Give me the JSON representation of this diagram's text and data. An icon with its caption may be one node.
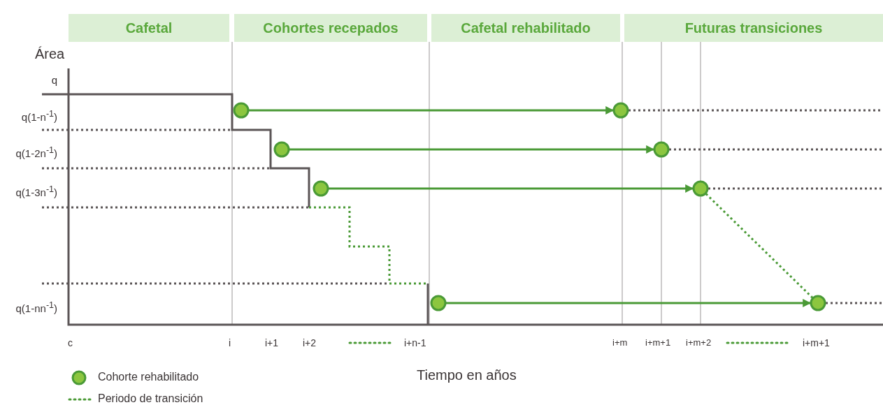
{
  "diagram": {
    "nodes": [
      {
        "text": [
          "Cafetal"
        ]
      },
      {
        "text": [
          "Cohortes recepados"
        ]
      },
      {
        "text": [
          "Cafetal rehabilitado"
        ]
      },
      {
        "text": [
          "Futuras transiciones"
        ]
      },
      {
        "text": [],
        "shape": "circle"
      },
      {
        "text": [],
        "shape": "circle"
      },
      {
        "text": [],
        "shape": "circle"
      },
      {
        "text": [],
        "shape": "circle"
      },
      {
        "text": [],
        "shape": "circle"
      },
      {
        "text": [],
        "shape": "circle"
      },
      {
        "text": [],
        "shape": "circle"
      },
      {
        "text": [],
        "shape": "circle"
      }
    ],
    "edges": [
      {
        "from": 4,
        "to": 5,
        "arrow": "to"
      },
      {
        "from": 5,
        "to": null,
        "arrow": "none",
        "style": "dashed",
        "color": "#5b5556"
      },
      {
        "from": 6,
        "to": 7,
        "arrow": "to"
      },
      {
        "from": 7,
        "to": null,
        "arrow": "none",
        "style": "dashed",
        "color": "#5b5556"
      },
      {
        "from": 8,
        "to": 9,
        "arrow": "to"
      },
      {
        "from": 9,
        "to": null,
        "arrow": "none",
        "style": "dashed",
        "color": "#5b5556"
      },
      {
        "from": 9,
        "to": 11,
        "arrow": "none",
        "style": "dashed"
      },
      {
        "from": 10,
        "to": 11,
        "arrow": "to"
      },
      {
        "from": 11,
        "to": null,
        "arrow": "none",
        "style": "dashed",
        "color": "#5b5556"
      }
    ],
    "labels": [
      "Área",
      "q",
      "q(1-n$^{-1}$)",
      "q(1-2n$^{-1}$)",
      "q(1-3n$^{-1}$)",
      "q(1-nn$^{-1}$)",
      "c",
      "i",
      "i+1",
      "i+2",
      "i+n-1",
      "i+m",
      "i+m+1",
      "i+m+2",
      "i+m+1",
      "Tiempo en años"
    ],
    "legend": [
      {
        "text": "Cohorte rehabilitado"
      },
      {
        "text": "Periodo de transición"
      }
    ]
  }
}
